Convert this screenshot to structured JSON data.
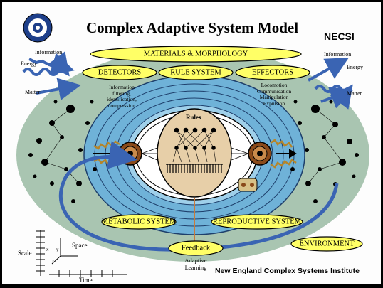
{
  "title": "Complex Adaptive System Model",
  "org_short": "NECSI",
  "org_full": "New England Complex Systems Institute",
  "ovals": {
    "materials": "MATERIALS & MORPHOLOGY",
    "detectors": "DETECTORS",
    "rules": "RULE SYSTEM",
    "effectors": "EFFECTORS",
    "metabolic": "METABOLIC SYSTEM",
    "reproductive": "REPRODUCTIVE SYSTEM",
    "feedback": "Feedback",
    "environment": "ENVIRONMENT"
  },
  "detector_notes": [
    "Information",
    "filtering,",
    "identification,",
    "compression"
  ],
  "effector_notes": [
    "Locomotion",
    "Communication",
    "Manipulation",
    "Expulsion"
  ],
  "rules_label": "Rules",
  "adaptive_learning": [
    "Adaptive",
    "Learning"
  ],
  "inputs": {
    "information": "Information",
    "energy": "Energy",
    "matter": "Matter"
  },
  "outputs": {
    "information": "Information",
    "energy": "Energy",
    "matter": "Matter"
  },
  "axes": {
    "scale": "Scale",
    "space": "Space",
    "time": "Time",
    "x": "x",
    "y": "y",
    "z": "z"
  },
  "colors": {
    "environment": "#a9c5b1",
    "cell_ring": "#5aa3cc",
    "oval_fill": "#ffff66",
    "rules_core": "#e7cfa8",
    "arrows": "#3a64b3"
  }
}
